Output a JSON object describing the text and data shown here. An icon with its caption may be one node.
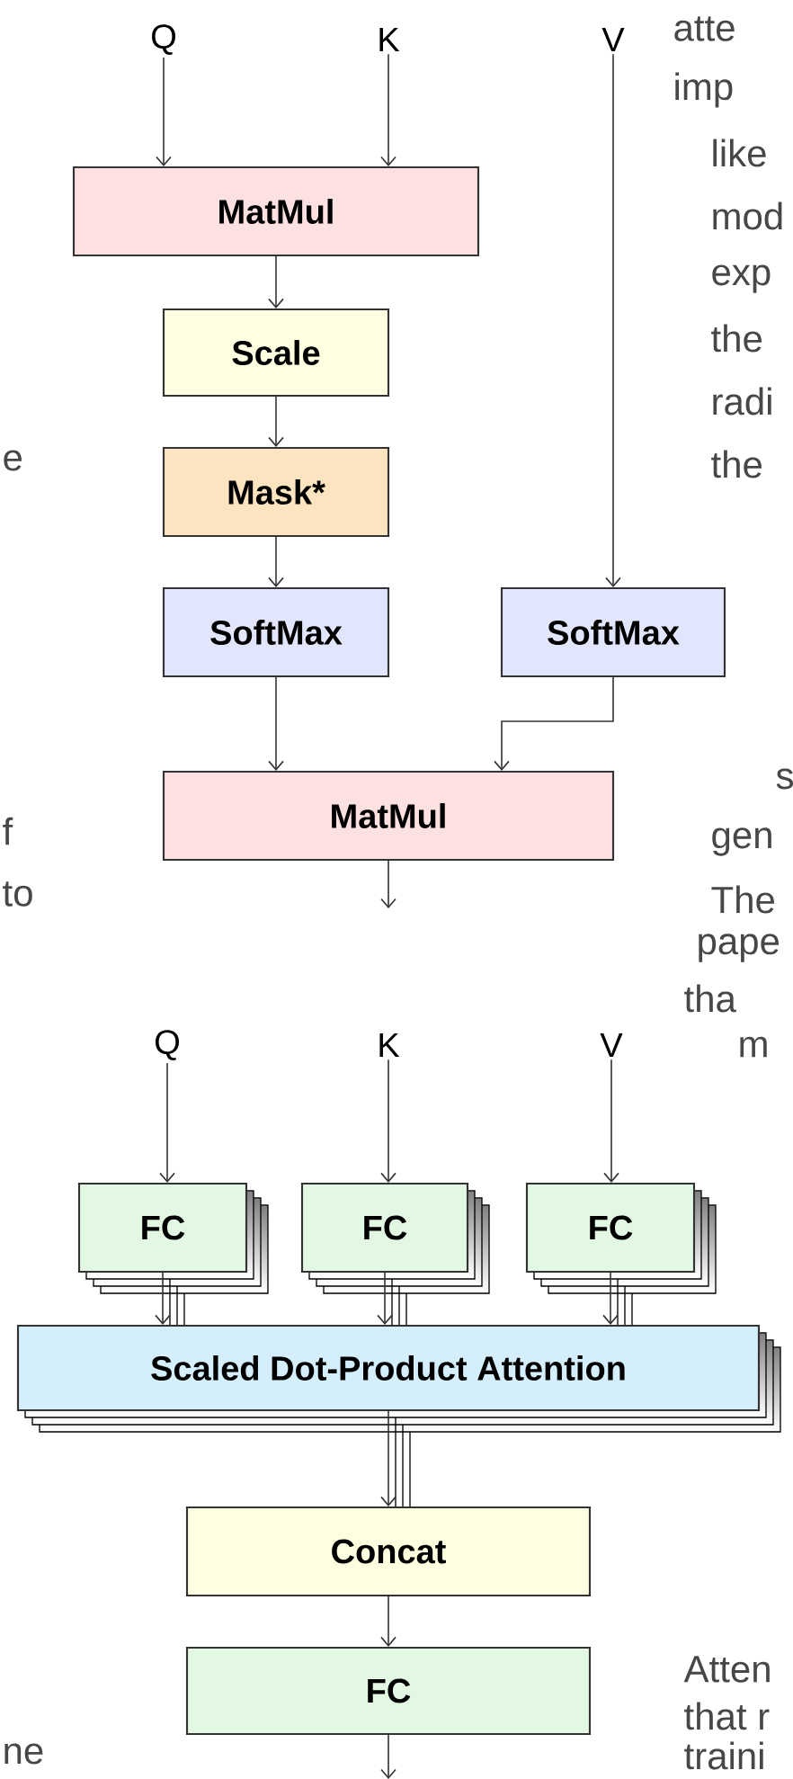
{
  "diagram": {
    "nodes": [
      {
        "text": [
          "Q"
        ]
      },
      {
        "text": [
          "K"
        ]
      },
      {
        "text": [
          "V"
        ]
      },
      {
        "text": [
          "MatMul"
        ]
      },
      {
        "text": [
          "Scale"
        ]
      },
      {
        "text": [
          "Mask*"
        ]
      },
      {
        "text": [
          "SoftMax"
        ]
      },
      {
        "text": [
          "SoftMax"
        ]
      },
      {
        "text": [
          "MatMul"
        ]
      },
      {
        "text": [
          "Q"
        ]
      },
      {
        "text": [
          "K"
        ]
      },
      {
        "text": [
          "V"
        ]
      },
      {
        "text": [
          "FC"
        ]
      },
      {
        "text": [
          "FC"
        ]
      },
      {
        "text": [
          "FC"
        ]
      },
      {
        "text": [
          "Scaled Dot-Product Attention"
        ]
      },
      {
        "text": [
          "Concat"
        ]
      },
      {
        "text": [
          "FC"
        ]
      }
    ],
    "edges": [
      {
        "from": 0,
        "to": 3,
        "arrow": "to"
      },
      {
        "from": 1,
        "to": 3,
        "arrow": "to"
      },
      {
        "from": 2,
        "to": 7,
        "arrow": "to"
      },
      {
        "from": 3,
        "to": 4,
        "arrow": "to"
      },
      {
        "from": 4,
        "to": 5,
        "arrow": "to"
      },
      {
        "from": 5,
        "to": 6,
        "arrow": "to"
      },
      {
        "from": 6,
        "to": 8,
        "arrow": "to"
      },
      {
        "from": 7,
        "to": 8,
        "arrow": "to"
      },
      {
        "from": 8,
        "to": null,
        "arrow": "to"
      },
      {
        "from": 9,
        "to": 12,
        "arrow": "to"
      },
      {
        "from": 10,
        "to": 13,
        "arrow": "to"
      },
      {
        "from": 11,
        "to": 14,
        "arrow": "to"
      },
      {
        "from": 12,
        "to": 15,
        "arrow": "to"
      },
      {
        "from": 13,
        "to": 15,
        "arrow": "to"
      },
      {
        "from": 14,
        "to": 15,
        "arrow": "to"
      },
      {
        "from": 15,
        "to": 16,
        "arrow": "to"
      },
      {
        "from": 16,
        "to": 17,
        "arrow": "to"
      },
      {
        "from": 17,
        "to": null,
        "arrow": "to"
      }
    ],
    "labels": [
      "atte",
      "imp",
      "like",
      "mod",
      "exp",
      "the",
      "radi",
      "e",
      "the",
      "s",
      "f",
      "gen",
      "to",
      "The",
      "pape",
      "tha",
      "m",
      "Atten",
      "that r",
      "traini",
      "ne"
    ]
  }
}
